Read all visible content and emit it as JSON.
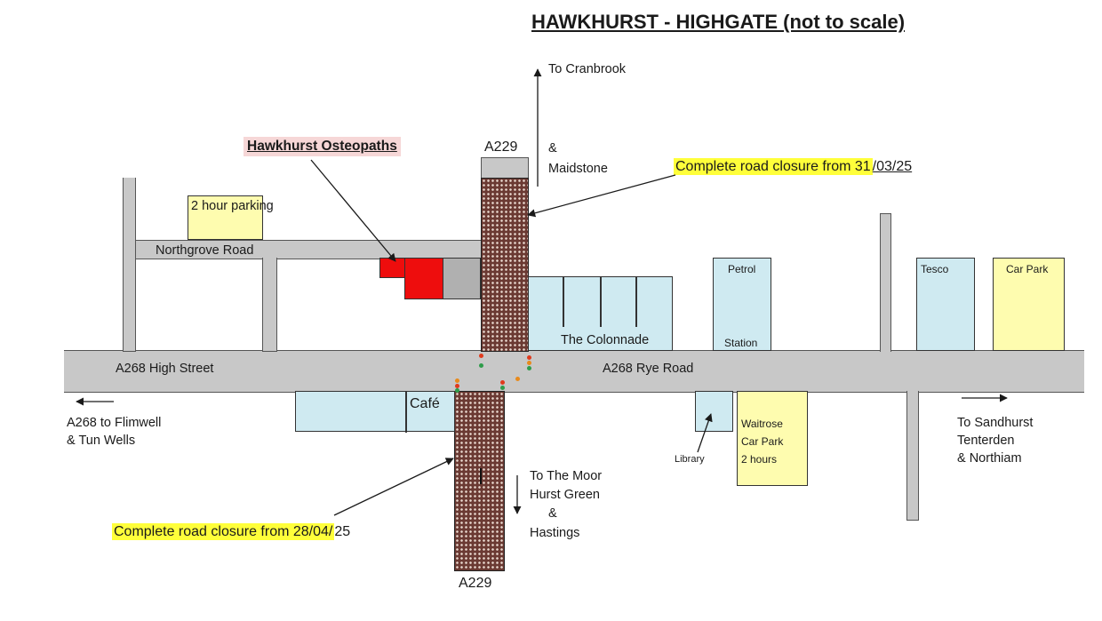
{
  "title": "HAWKHURST - HIGHGATE (not to scale)",
  "business": {
    "name": "Hawkhurst Osteopaths"
  },
  "roads": {
    "a229_north": "A229",
    "a229_south": "A229",
    "high_street": "A268 High Street",
    "rye_road": "A268 Rye Road",
    "northgrove": "Northgrove Road"
  },
  "directions": {
    "cranbrook": "To Cranbrook",
    "maidstone_amp": "&",
    "maidstone": "Maidstone",
    "west_line1": "A268 to Flimwell",
    "west_line2": "& Tun Wells",
    "east_line1": "To Sandhurst",
    "east_line2": "Tenterden",
    "east_line3": "& Northiam",
    "south_line1": "To The Moor",
    "south_line2": "Hurst Green",
    "south_line3": "&",
    "south_line4": "Hastings"
  },
  "closures": {
    "north_main": "Complete road closure from 31",
    "north_tail": "/03/25",
    "south_main": "Complete road closure from 28/04/",
    "south_tail": "25"
  },
  "places": {
    "parking_2hr": "2 hour parking",
    "colonnade": "The Colonnade",
    "petrol": "Petrol",
    "station": "Station",
    "tesco": "Tesco",
    "car_park": "Car Park",
    "cafe": "Café",
    "library": "Library",
    "waitrose_1": "Waitrose",
    "waitrose_2": "Car Park",
    "waitrose_3": "2 hours"
  },
  "colors": {
    "road": "#c8c8c8",
    "building_blue": "#cfeaf1",
    "building_yellow": "#fefcaf",
    "building_red": "#ee0d0d",
    "closure_road": "#6b3a33",
    "highlight": "#ffff3a"
  }
}
